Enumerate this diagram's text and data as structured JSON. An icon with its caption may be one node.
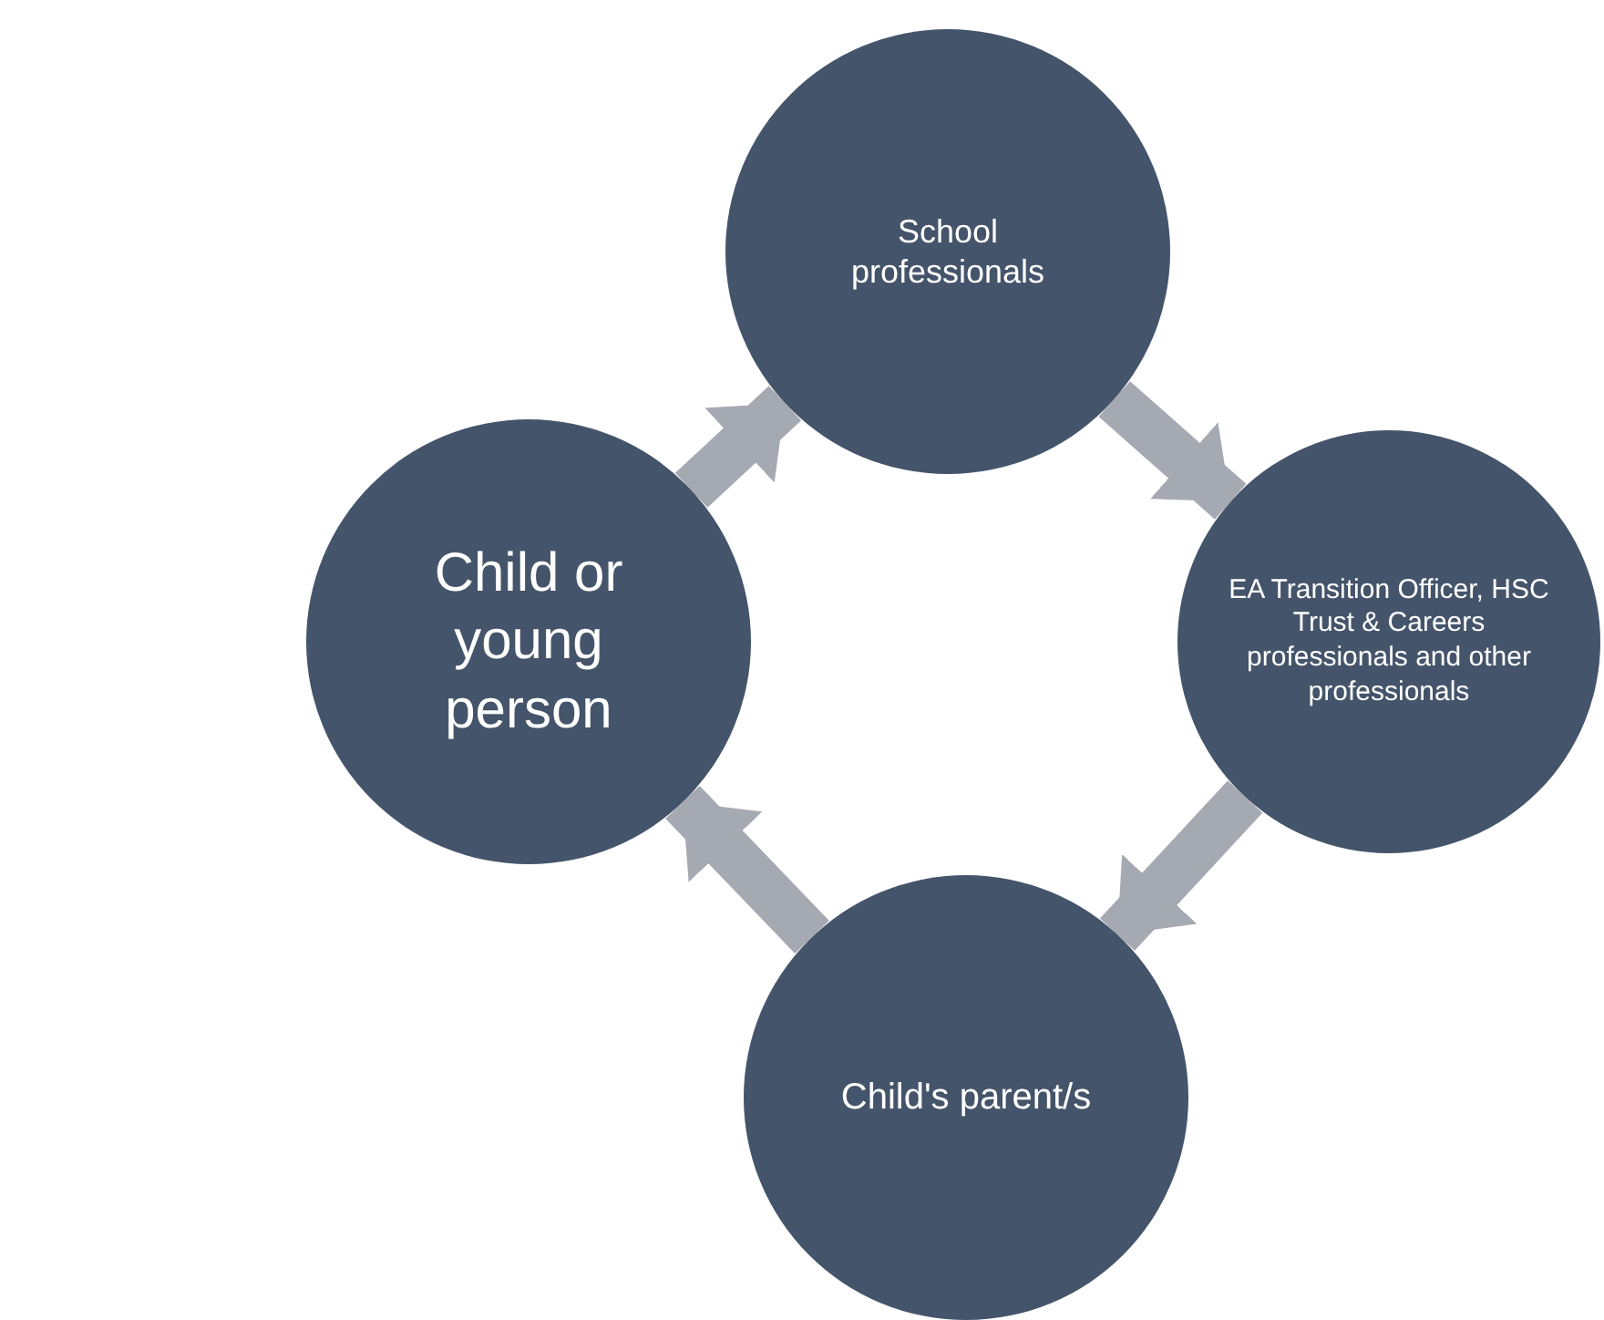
{
  "diagram": {
    "nodes": [
      {
        "text": [
          "School professionals"
        ]
      },
      {
        "text": [
          "EA Transition Officer,  HSC Trust &  Careers professionals and other professionals"
        ]
      },
      {
        "text": [
          "Child's parent/s"
        ]
      },
      {
        "text": [
          "Child or young person"
        ]
      }
    ],
    "edges": [
      {
        "from": 3,
        "to": 0,
        "arrow": "to"
      },
      {
        "from": 0,
        "to": 1,
        "arrow": "to"
      },
      {
        "from": 1,
        "to": 2,
        "arrow": "to"
      },
      {
        "from": 2,
        "to": 3,
        "arrow": "to"
      }
    ]
  }
}
